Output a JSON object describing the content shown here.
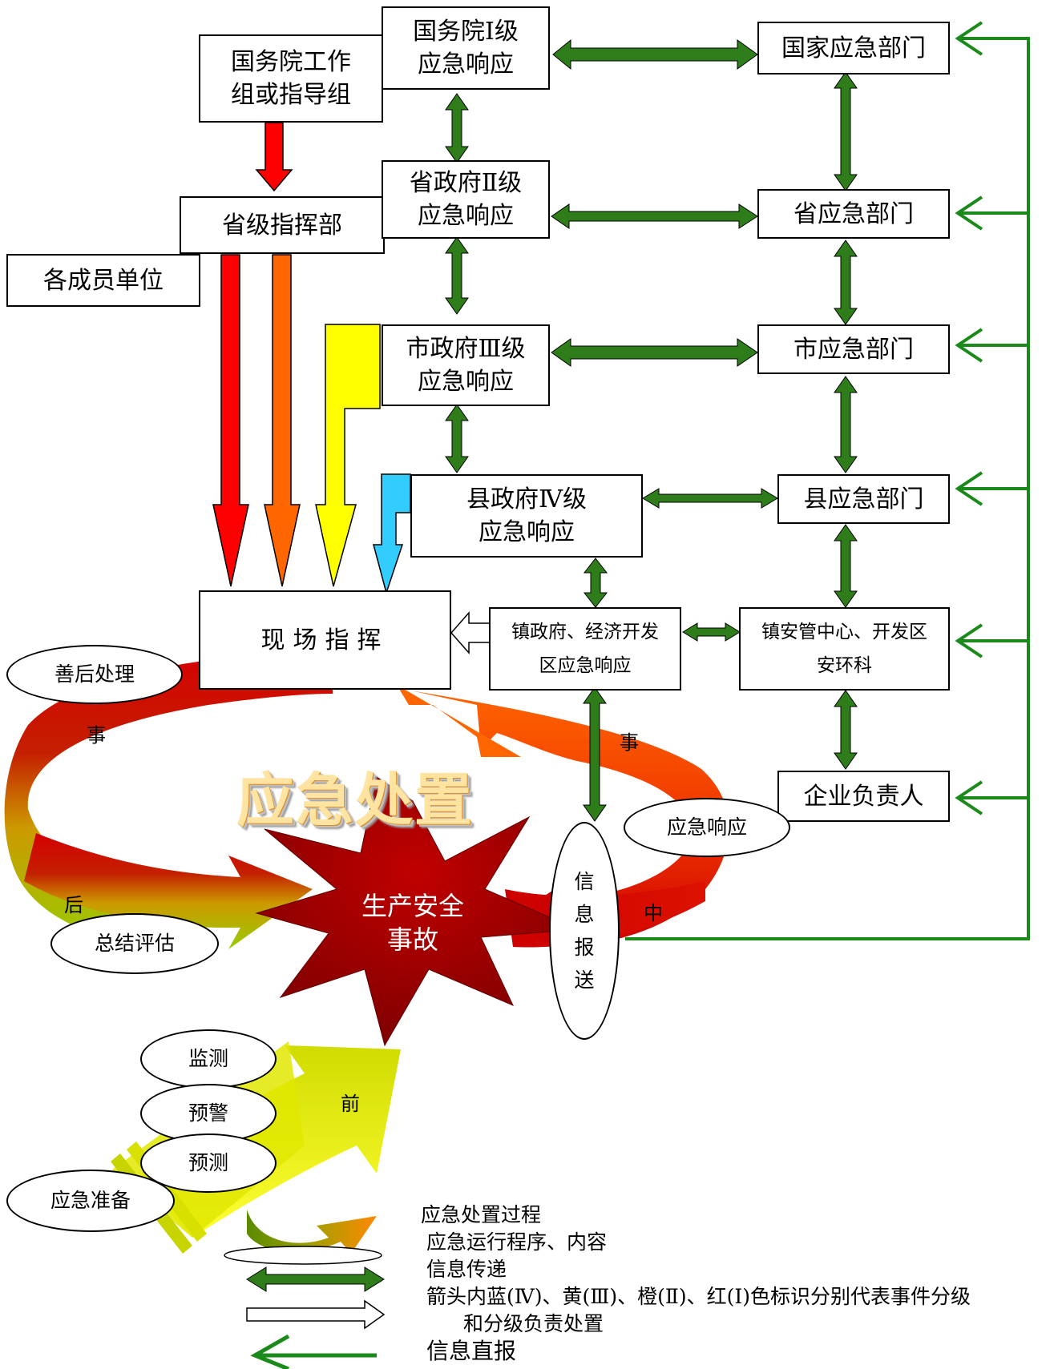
{
  "boxes": {
    "state_council_group": "国务院工作\n组或指导组",
    "state_council_l1": "国务院Ⅰ级\n应急响应",
    "national_dept": "国家应急部门",
    "provincial_hq": "省级指挥部",
    "member_units": "各成员单位",
    "province_l2": "省政府Ⅱ级\n应急响应",
    "province_dept": "省应急部门",
    "city_l3": "市政府Ⅲ级\n应急响应",
    "city_dept": "市应急部门",
    "county_l4": "县政府Ⅳ级\n应急响应",
    "county_dept": "县应急部门",
    "onsite_command": "现场指挥",
    "town_response": "镇政府、经济开发\n区应急响应",
    "town_safety_center": "镇安管中心、开发区\n安环科",
    "enterprise_head": "企业负责人"
  },
  "ovals": {
    "aftermath": "善后处理",
    "summary": "总结评估",
    "emergency_response": "应急响应",
    "info_report": "信\n息\n报\n送",
    "monitoring": "监测",
    "early_warning": "预警",
    "forecast": "预测",
    "preparation": "应急准备"
  },
  "ring_labels": {
    "shi_left": "事",
    "shi_right": "事",
    "hou": "后",
    "zhong": "中",
    "qian": "前"
  },
  "center_title": "应急处置",
  "accident": "生产安全\n事故",
  "legend": {
    "process": "应急处置过程",
    "procedure": "应急运行程序、内容",
    "info": "信息传递",
    "color_note": "箭头内蓝(Ⅳ)、黄(Ⅲ)、橙(Ⅱ)、红(Ⅰ)色标识分别代表事件分级",
    "color_note2": "和分级负责处置",
    "direct": "信息直报"
  },
  "colors": {
    "level_1_red": "#ff0000",
    "level_2_orange": "#ff6600",
    "level_3_yellow": "#ffff00",
    "level_4_blue": "#33ccff",
    "info_arrow_green": "#2e7d1a",
    "direct_report_green": "#1a8a1a"
  }
}
